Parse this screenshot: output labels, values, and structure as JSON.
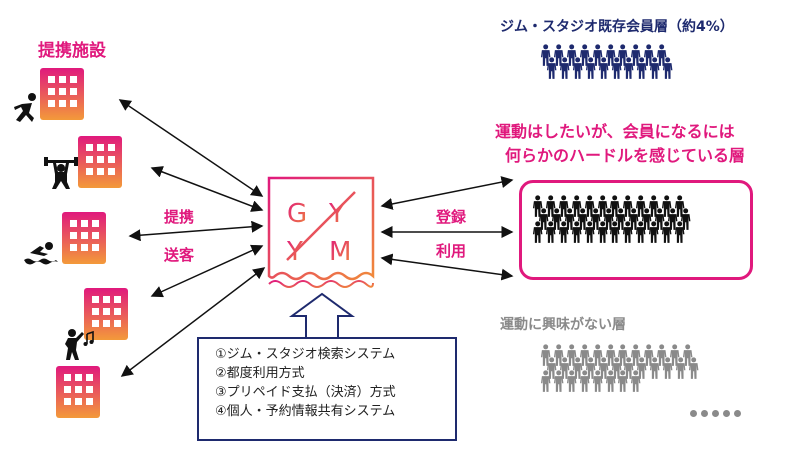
{
  "facilities": {
    "title": "提携施設",
    "icons": [
      "runner-icon",
      "weightlifter-icon",
      "swimmer-icon",
      "dancer-icon"
    ]
  },
  "links": {
    "left_top": "提携",
    "left_bottom": "送客",
    "right_top": "登録",
    "right_bottom": "利用"
  },
  "logo": {
    "letters": [
      "G",
      "Y",
      "Y",
      "M"
    ]
  },
  "features": {
    "items": [
      "①ジム・スタジオ検索システム",
      "②都度利用方式",
      "③プリペイド支払（決済）方式",
      "④個人・予約情報共有システム"
    ]
  },
  "segments": {
    "existing": "ジム・スタジオ既存会員層（約4%）",
    "target_line1": "運動はしたいが、会員になるには",
    "target_line2": "何らかのハードルを感じている層",
    "uninterested": "運動に興味がない層"
  },
  "colors": {
    "accent": "#e0197d",
    "navy": "#1e2a6e",
    "black": "#111111",
    "gray": "#8a8a8a"
  }
}
